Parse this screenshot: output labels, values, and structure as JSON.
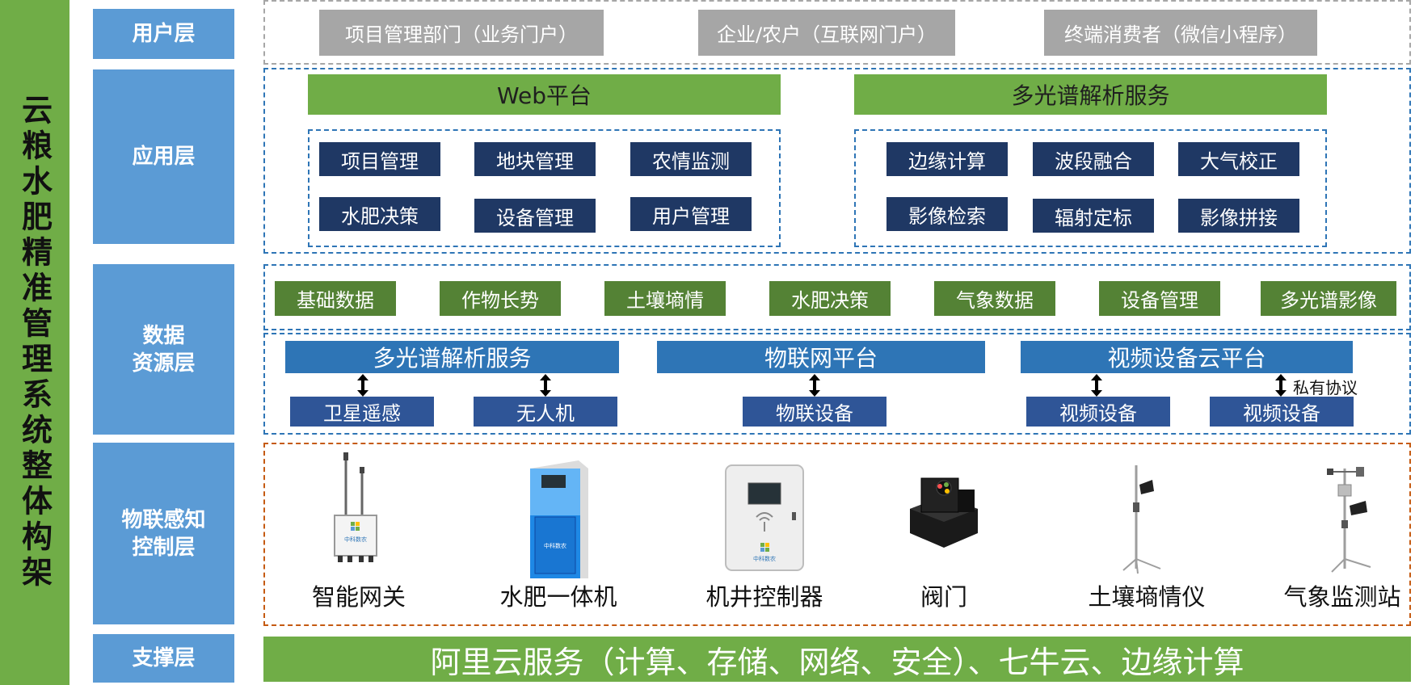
{
  "title": "云粮水肥精准管理系统整体构架",
  "layers": {
    "user": "用户层",
    "app": "应用层",
    "data": "数据\n资源层",
    "iot": "物联感知\n控制层",
    "support": "支撑层"
  },
  "user_layer": [
    "项目管理部门（业务门户）",
    "企业/农户（互联网门户）",
    "终端消费者（微信小程序）"
  ],
  "app_layer": {
    "web_title": "Web平台",
    "web_items": [
      "项目管理",
      "地块管理",
      "农情监测",
      "水肥决策",
      "设备管理",
      "用户管理"
    ],
    "ms_title": "多光谱解析服务",
    "ms_items": [
      "边缘计算",
      "波段融合",
      "大气校正",
      "影像检索",
      "辐射定标",
      "影像拼接"
    ]
  },
  "data_layer": {
    "chips": [
      "基础数据",
      "作物长势",
      "土壤墒情",
      "水肥决策",
      "气象数据",
      "设备管理",
      "多光谱影像"
    ],
    "ms_service": "多光谱解析服务",
    "satellite": "卫星遥感",
    "drone": "无人机",
    "iot_platform": "物联网平台",
    "iot_device": "物联设备",
    "video_platform": "视频设备云平台",
    "video_device_1": "视频设备",
    "video_device_2": "视频设备",
    "private_protocol": "私有协议"
  },
  "iot_layer": {
    "devices": [
      "智能网关",
      "水肥一体机",
      "机井控制器",
      "阀门",
      "土壤墒情仪",
      "气象监测站"
    ],
    "brand_text": "中科数农"
  },
  "support_layer": "阿里云服务（计算、存储、网络、安全）、七牛云、边缘计算",
  "colors": {
    "green": "#70ad47",
    "dark_green": "#548235",
    "layer_blue": "#5b9bd5",
    "navy": "#1f3864",
    "blue": "#2e75b6",
    "gray": "#a6a6a6"
  }
}
